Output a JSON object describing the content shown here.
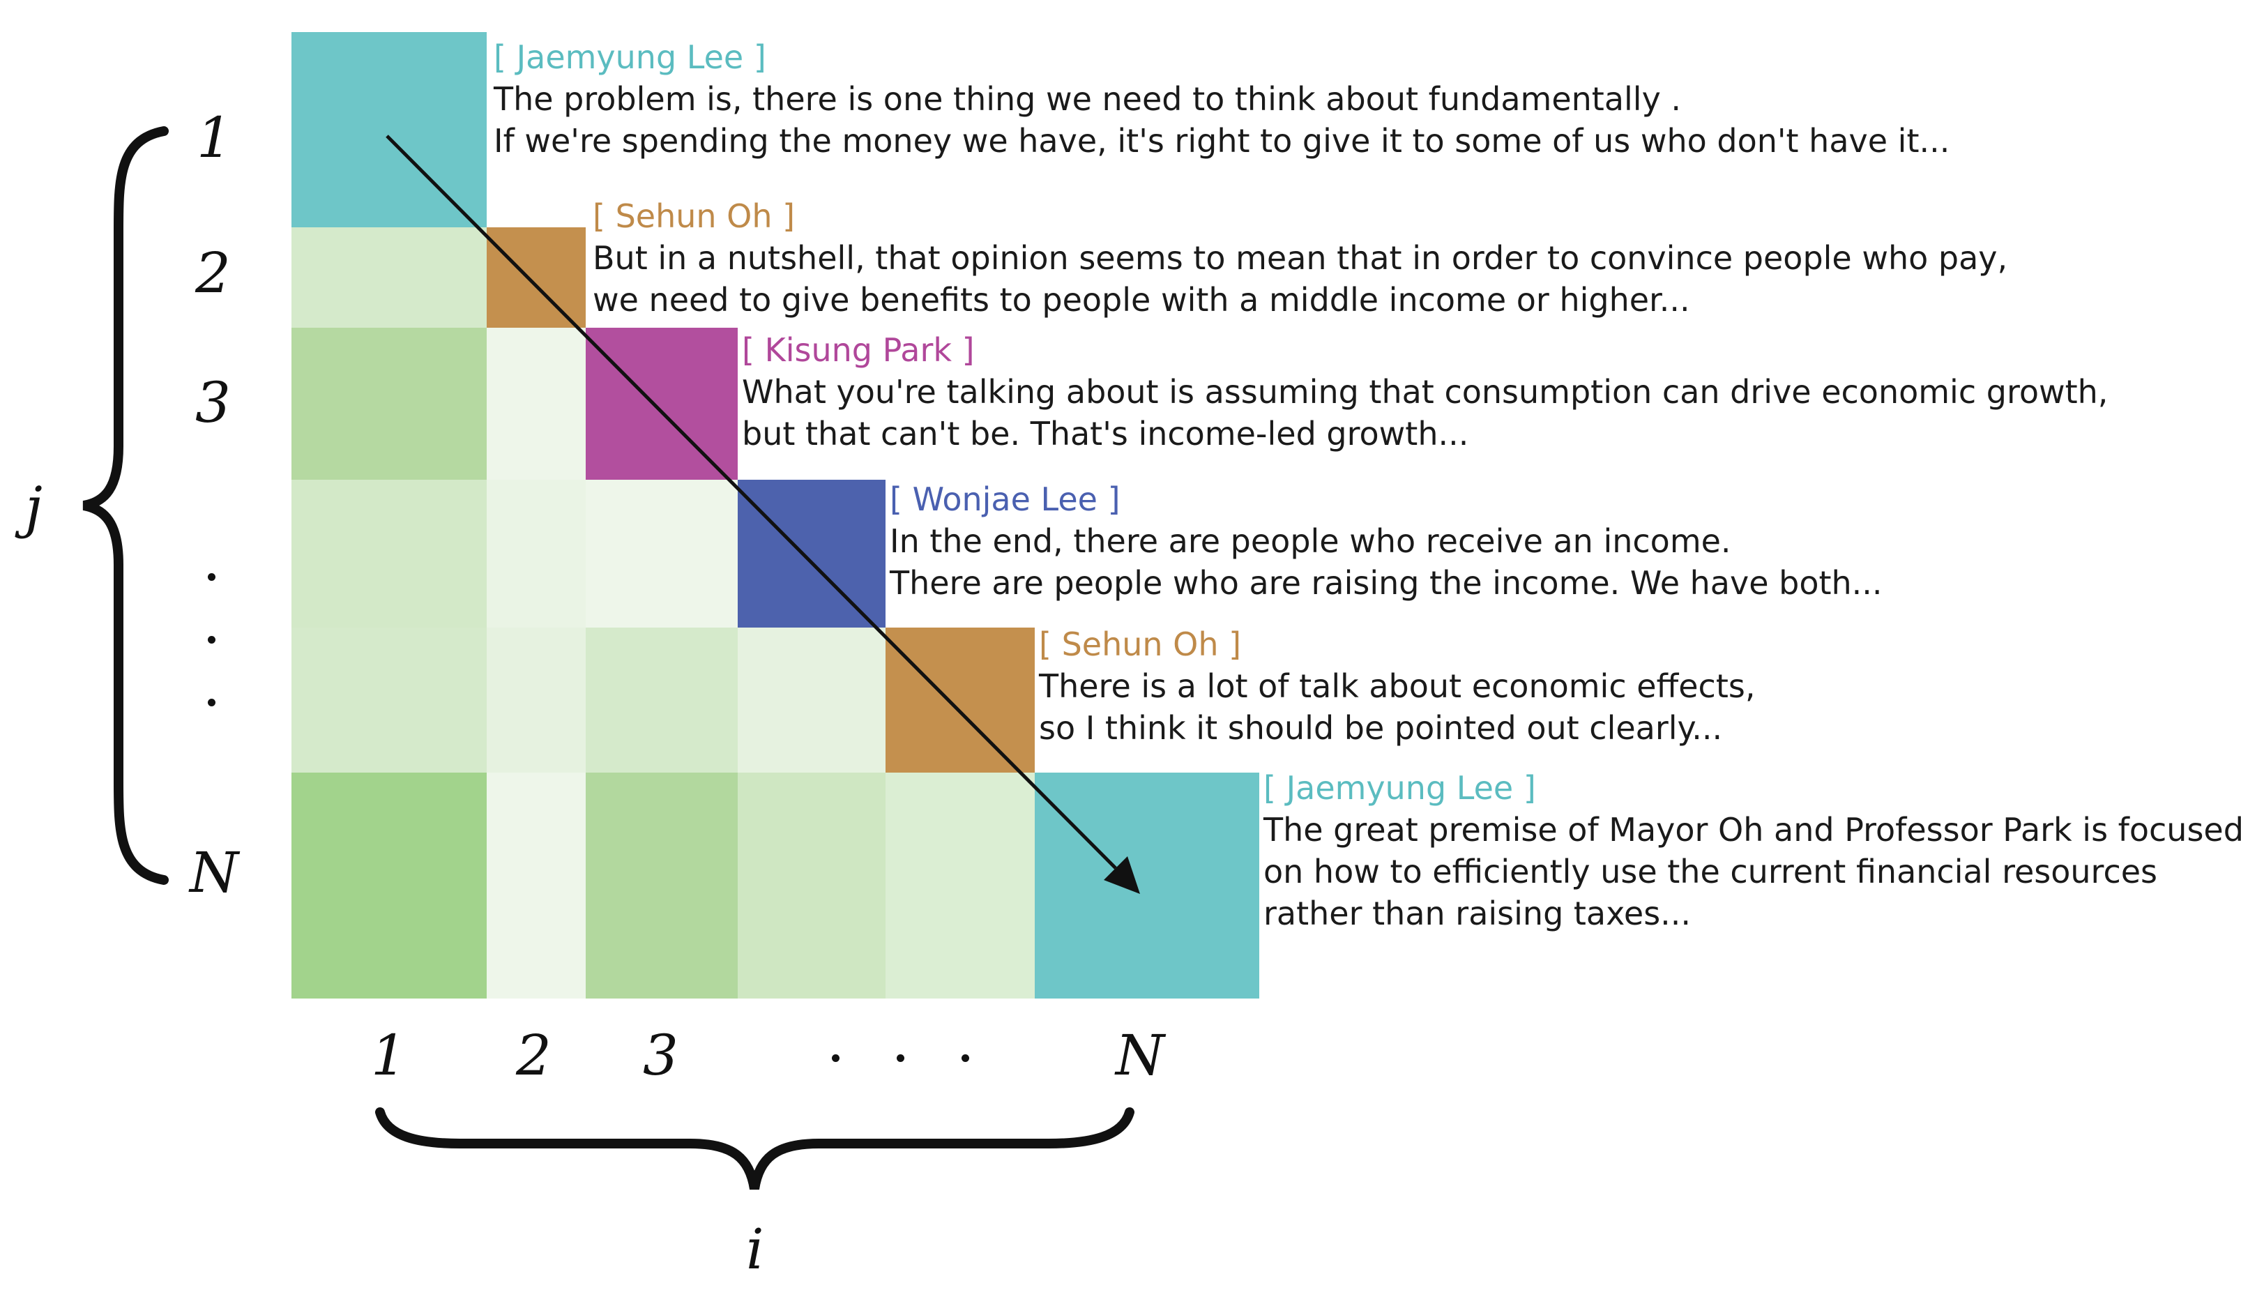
{
  "matrix": {
    "colors": [
      [
        "#6ec6c8",
        null,
        null,
        null,
        null,
        null
      ],
      [
        "#d5eacb",
        "#c4904e",
        null,
        null,
        null,
        null
      ],
      [
        "#b5d9a1",
        "#eef6ea",
        "#b24f9e",
        null,
        null,
        null
      ],
      [
        "#d3e9c8",
        "#eaf4e5",
        "#eef6ea",
        "#4d62ad",
        null,
        null
      ],
      [
        "#d5eacb",
        "#e6f2e0",
        "#d5eacb",
        "#e6f2e0",
        "#c4904e",
        null
      ],
      [
        "#a2d38c",
        "#eef6ea",
        "#b2d89e",
        "#cfe7c2",
        "#dbeed3",
        "#6ec6c8"
      ]
    ]
  },
  "utterances": [
    {
      "speaker": "[ Jaemyung Lee ]",
      "color": "#5bbcc0",
      "lines": [
        "The problem is, there is one thing we need to think about fundamentally .",
        "If we're spending the money we have, it's right to give it to some of us who don't have it..."
      ]
    },
    {
      "speaker": "[ Sehun Oh ]",
      "color": "#bf8a49",
      "lines": [
        "But in a nutshell, that opinion seems to mean that in order to convince people who pay,",
        "we need to give benefits to people with a middle income or higher..."
      ]
    },
    {
      "speaker": "[ Kisung Park ]",
      "color": "#b0479a",
      "lines": [
        "What you're talking about is assuming that consumption can drive economic growth,",
        "but that can't be. That's income-led growth..."
      ]
    },
    {
      "speaker": "[ Wonjae Lee ]",
      "color": "#4a60b0",
      "lines": [
        "In the end, there are people who receive an income.",
        "There are people who are raising the income. We have both..."
      ]
    },
    {
      "speaker": "[ Sehun Oh ]",
      "color": "#bf8a49",
      "lines": [
        "There is a lot of talk about economic effects,",
        "so I think it should be pointed out clearly..."
      ]
    },
    {
      "speaker": "[ Jaemyung Lee ]",
      "color": "#5bbcc0",
      "lines": [
        "The great premise of Mayor Oh and Professor Park is focused",
        "on how to efficiently use the current financial resources",
        "rather than raising taxes..."
      ]
    }
  ],
  "axes": {
    "row_ticks": [
      "1",
      "2",
      "3",
      "N"
    ],
    "col_ticks": [
      "1",
      "2",
      "3",
      "N"
    ],
    "row_var": "j",
    "col_var": "i"
  }
}
